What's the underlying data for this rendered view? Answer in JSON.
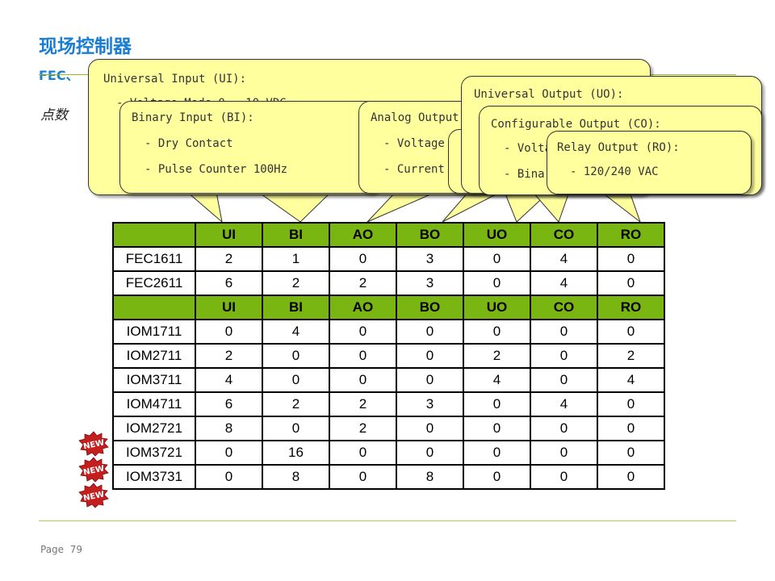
{
  "title": "现场控制器",
  "subtitle": "FEC、",
  "subtext": "点数",
  "page": {
    "label": "Page",
    "number": "79"
  },
  "callouts": {
    "ui": {
      "title": "Universal Input (UI):",
      "line1": "- Voltage Mode 0 - 10 VDC"
    },
    "bi": {
      "title": "Binary Input (BI):",
      "line1": "- Dry Contact",
      "line2": "- Pulse Counter 100Hz"
    },
    "ao": {
      "title": "Analog Output",
      "line1": "- Voltage M",
      "line2": "- Current M"
    },
    "uo": {
      "title": "Universal Output (UO):"
    },
    "co": {
      "title": "Configurable Output (CO):",
      "line1": "- Voltag",
      "line2": "- Binary"
    },
    "ro": {
      "title": "Relay Output (RO):",
      "line1": "- 120/240 VAC"
    }
  },
  "table": {
    "headers": [
      "",
      "UI",
      "BI",
      "AO",
      "BO",
      "UO",
      "CO",
      "RO"
    ],
    "rows": [
      [
        "FEC1611",
        "2",
        "1",
        "0",
        "3",
        "0",
        "4",
        "0"
      ],
      [
        "FEC2611",
        "6",
        "2",
        "2",
        "3",
        "0",
        "4",
        "0"
      ],
      [
        "IOM1711",
        "0",
        "4",
        "0",
        "0",
        "0",
        "0",
        "0"
      ],
      [
        "IOM2711",
        "2",
        "0",
        "0",
        "0",
        "2",
        "0",
        "2"
      ],
      [
        "IOM3711",
        "4",
        "0",
        "0",
        "0",
        "4",
        "0",
        "4"
      ],
      [
        "IOM4711",
        "6",
        "2",
        "2",
        "3",
        "0",
        "4",
        "0"
      ],
      [
        "IOM2721",
        "8",
        "0",
        "2",
        "0",
        "0",
        "0",
        "0"
      ],
      [
        "IOM3721",
        "0",
        "16",
        "0",
        "0",
        "0",
        "0",
        "0"
      ],
      [
        "IOM3731",
        "0",
        "8",
        "0",
        "8",
        "0",
        "0",
        "0"
      ]
    ]
  },
  "badge_label": "NEW",
  "colors": {
    "title": "#1a7fd4",
    "header_fill": "#7ab611",
    "callout_fill": "#ffff9e",
    "badge": "#c41e1e"
  }
}
